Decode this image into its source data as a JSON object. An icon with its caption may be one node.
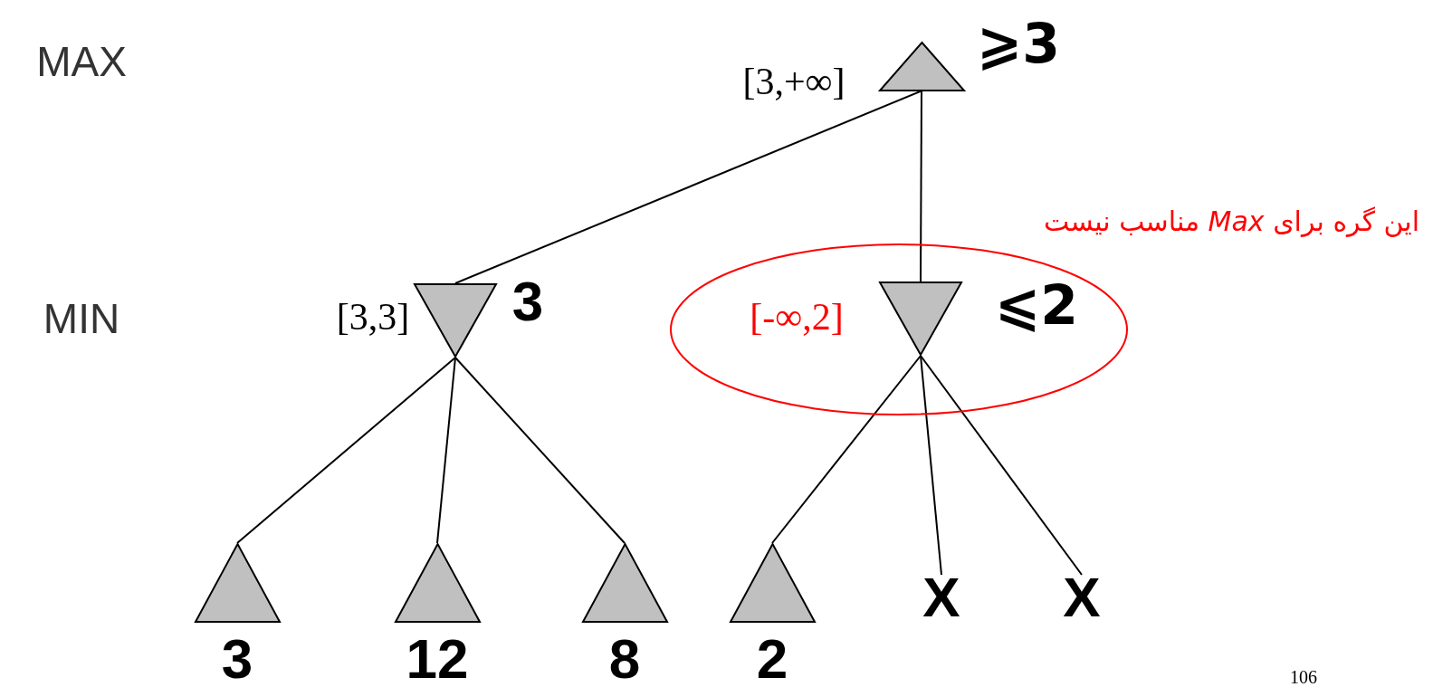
{
  "diagram": {
    "nodes": [
      {
        "text": [],
        "shape": "triangle",
        "beside": [
          "⩾3",
          "[3,+∞]"
        ]
      },
      {
        "text": [],
        "shape": "triangle",
        "beside": [
          "3",
          "[3,3]"
        ]
      },
      {
        "text": [
          "[-∞,2]"
        ]
      },
      {
        "text": [],
        "shape": "triangle",
        "in": 2,
        "beside": [
          "⩽2"
        ]
      },
      {
        "text": [],
        "shape": "triangle",
        "beside": [
          "3"
        ]
      },
      {
        "text": [],
        "shape": "triangle",
        "beside": [
          "12"
        ]
      },
      {
        "text": [],
        "shape": "triangle",
        "beside": [
          "8"
        ]
      },
      {
        "text": [],
        "shape": "triangle",
        "beside": [
          "2"
        ]
      },
      {
        "text": [
          "X"
        ]
      },
      {
        "text": [
          "X"
        ]
      }
    ],
    "edges": [
      {
        "from": 0,
        "to": 1,
        "arrow": "none"
      },
      {
        "from": 0,
        "to": 3,
        "arrow": "none"
      },
      {
        "from": 1,
        "to": 4,
        "arrow": "none"
      },
      {
        "from": 1,
        "to": 5,
        "arrow": "none"
      },
      {
        "from": 1,
        "to": 6,
        "arrow": "none"
      },
      {
        "from": 3,
        "to": 7,
        "arrow": "none"
      },
      {
        "from": 3,
        "to": 8,
        "arrow": "none"
      },
      {
        "from": 3,
        "to": 9,
        "arrow": "none"
      }
    ],
    "labels": [
      "MAX",
      "MIN",
      "این گره برای *Max* مناسب نیست",
      "106"
    ]
  }
}
